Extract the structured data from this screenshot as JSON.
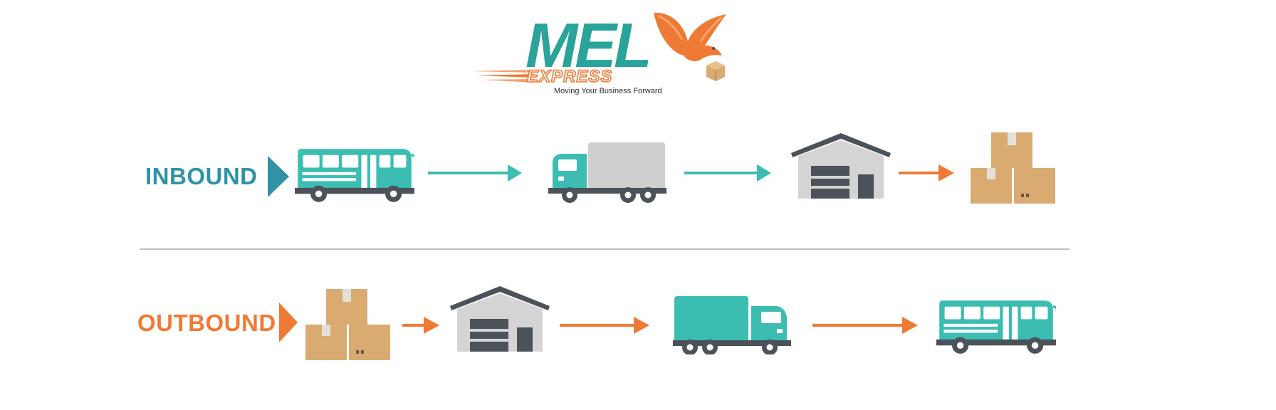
{
  "logo": {
    "wordmark": "MEL",
    "subwordmark": "EXPRESS",
    "tagline": "Moving Your Business Forward"
  },
  "flows": {
    "inbound": {
      "label": "INBOUND",
      "steps": [
        "bus-icon",
        "arrow-right-icon",
        "truck-icon",
        "arrow-right-icon",
        "warehouse-icon",
        "arrow-right-icon",
        "boxes-icon"
      ]
    },
    "outbound": {
      "label": "OUTBOUND",
      "steps": [
        "boxes-icon",
        "arrow-right-icon",
        "warehouse-icon",
        "arrow-right-icon",
        "truck-icon",
        "arrow-right-icon",
        "bus-icon"
      ]
    }
  },
  "colors": {
    "teal": "#3bbdb1",
    "inbound_label": "#2f93a5",
    "orange": "#ef7a35",
    "gray_dark": "#4c5259",
    "gray_light": "#cfcfcf",
    "box": "#d9ab71",
    "divider": "#bdbdbd"
  }
}
